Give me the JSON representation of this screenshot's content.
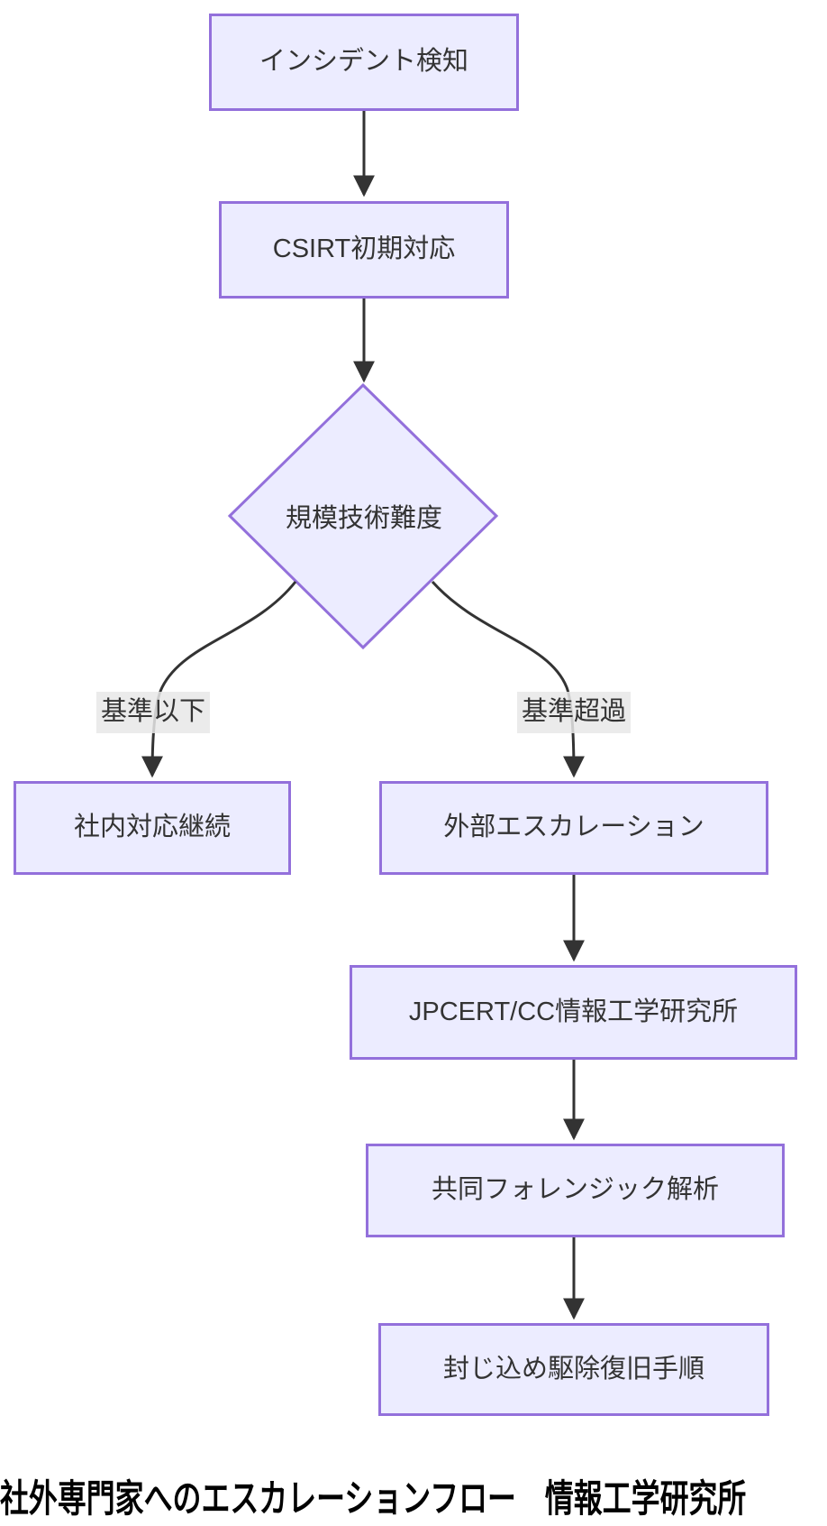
{
  "diagram": {
    "type": "flowchart",
    "direction": "top-down",
    "nodes": {
      "incident_detection": "インシデント検知",
      "csirt_initial": "CSIRT初期対応",
      "decision": "規模技術難度",
      "internal_continue": "社内対応継続",
      "external_escalation": "外部エスカレーション",
      "jpcert": "JPCERT/CC情報工学研究所",
      "joint_forensic": "共同フォレンジック解析",
      "containment": "封じ込め駆除復旧手順"
    },
    "edge_labels": {
      "below_threshold": "基準以下",
      "above_threshold": "基準超過"
    },
    "edges": [
      {
        "from": "インシデント検知",
        "to": "CSIRT初期対応",
        "label": ""
      },
      {
        "from": "CSIRT初期対応",
        "to": "規模技術難度",
        "label": ""
      },
      {
        "from": "規模技術難度",
        "to": "社内対応継続",
        "label": "基準以下"
      },
      {
        "from": "規模技術難度",
        "to": "外部エスカレーション",
        "label": "基準超過"
      },
      {
        "from": "外部エスカレーション",
        "to": "JPCERT/CC情報工学研究所",
        "label": ""
      },
      {
        "from": "JPCERT/CC情報工学研究所",
        "to": "共同フォレンジック解析",
        "label": ""
      },
      {
        "from": "共同フォレンジック解析",
        "to": "封じ込め駆除復旧手順",
        "label": ""
      }
    ],
    "caption": "社外専門家へのエスカレーションフロー　情報工学研究所",
    "colors": {
      "node_fill": "#ECECFF",
      "node_border": "#9370DB",
      "edge_line": "#333333",
      "edge_label_bg": "#e8e8e8",
      "node_text": "#333333",
      "caption_text": "#000000",
      "background": "#ffffff"
    }
  }
}
